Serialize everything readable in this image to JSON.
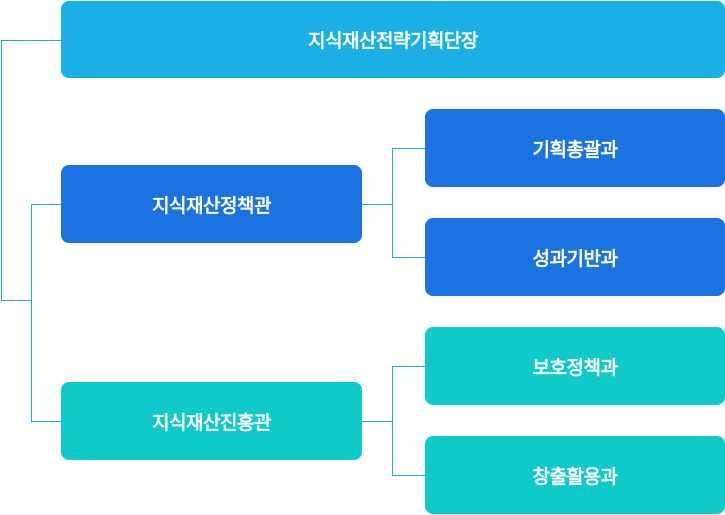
{
  "org": {
    "root": {
      "label": "지식재산전략기획단장",
      "color": "#1ab0e6"
    },
    "branches": [
      {
        "label": "지식재산정책관",
        "color": "#1a73e0",
        "divisions": [
          "기획총괄과",
          "성과기반과"
        ]
      },
      {
        "label": "지식재산진흥관",
        "color": "#10c9c9",
        "divisions": [
          "보호정책과",
          "창출활용과"
        ]
      }
    ],
    "connector_color": "#1fa7dd"
  }
}
